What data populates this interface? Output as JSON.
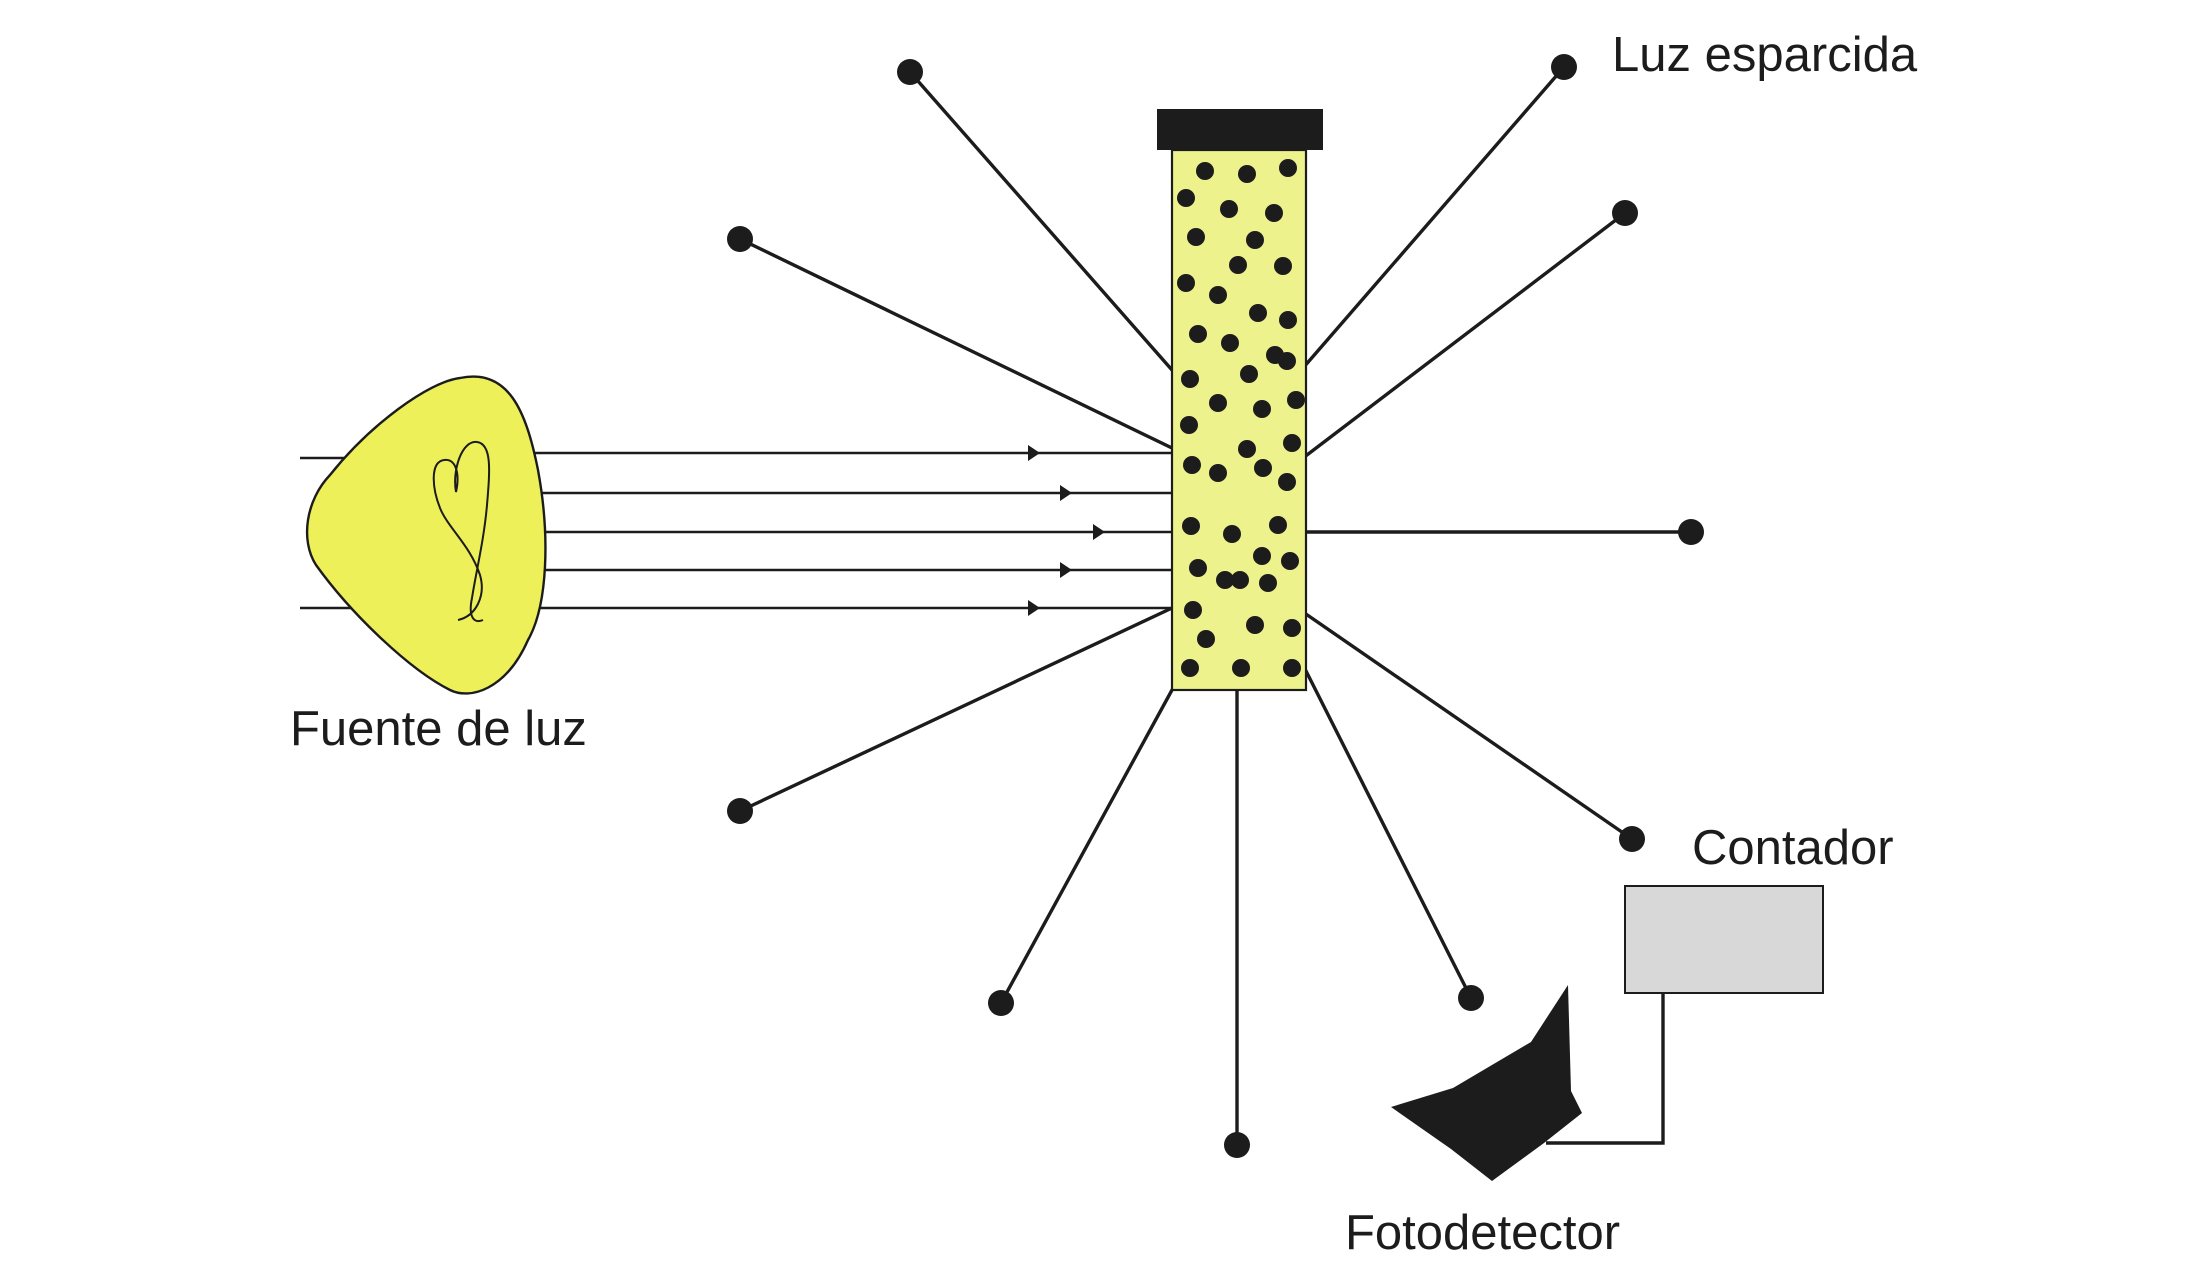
{
  "labels": {
    "light_source": "Fuente de luz",
    "scattered_light": "Luz esparcida",
    "counter": "Contador",
    "photodetector": "Fotodetector"
  },
  "colors": {
    "ink": "#1c1c1c",
    "source_fill": "#eef05a",
    "sample_fill": "#eef28c",
    "counter_fill": "#d9d8d9",
    "background": "#ffffff"
  },
  "icons": {
    "light_source": "lamp-icon",
    "photodetector": "photodetector-icon",
    "counter": "counter-box"
  }
}
